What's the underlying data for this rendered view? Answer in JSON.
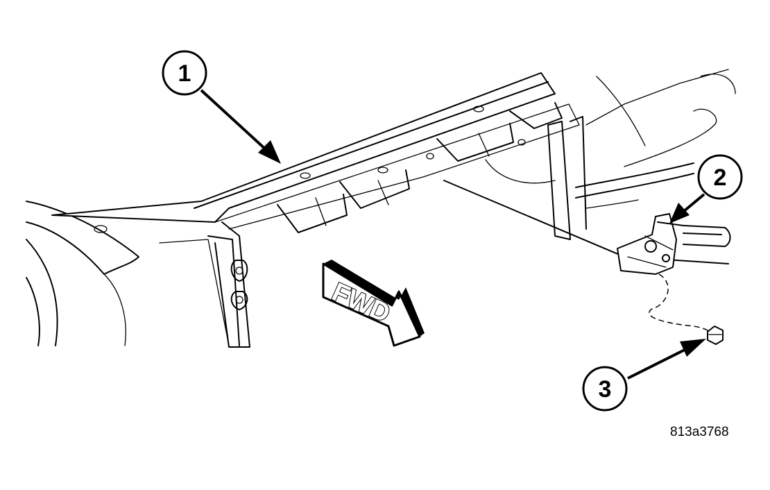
{
  "callouts": [
    {
      "number": "1",
      "part": "radiator-crossmember"
    },
    {
      "number": "2",
      "part": "hood-latch"
    },
    {
      "number": "3",
      "part": "bolt"
    }
  ],
  "direction_label": "FWD",
  "figure_id": "813a3768",
  "colors": {
    "line": "#000000",
    "background": "#ffffff"
  }
}
